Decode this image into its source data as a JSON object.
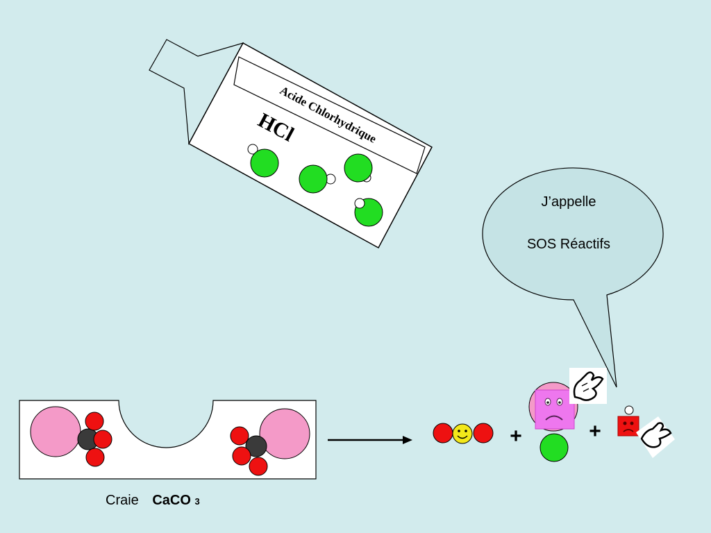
{
  "bottle": {
    "label": "Acide Chlorhydrique",
    "formula": "HCl"
  },
  "chalk": {
    "caption": "Craie",
    "formula_main": "CaCO",
    "formula_sub": "3"
  },
  "speech_bubble": {
    "line1": "J’appelle",
    "line2": "SOS Réactifs"
  },
  "reaction": {
    "plus_1": "+",
    "plus_2": "+"
  },
  "colors": {
    "background": "#d2ebed",
    "chlorine": "#22dd22",
    "oxygen": "#ee1111",
    "calcium": "#f49ac8",
    "carbon": "#3a3a3a",
    "bubble": "#c5e3e5"
  }
}
